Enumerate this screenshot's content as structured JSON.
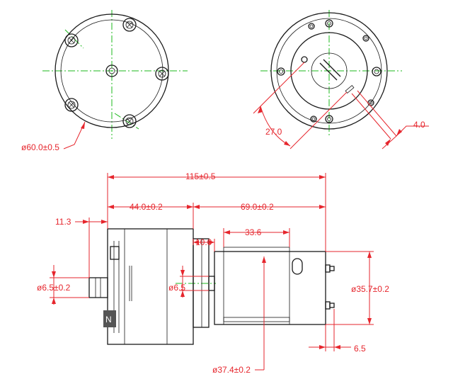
{
  "colors": {
    "outline": "#1a1a1a",
    "dimension": "#e6262d",
    "centerline": "#1db81d"
  },
  "dimensions": {
    "front_diameter": "ø60.0±0.5",
    "angle_offset": "27.0",
    "slot_width": "4.0",
    "overall_length": "115±0.5",
    "gearbox_length": "44.0±0.2",
    "motor_length": "69.0±0.2",
    "nozzle_length": "11.3",
    "shaft_length": "10.0",
    "motor_offset": "33.6",
    "nozzle_diameter": "ø6.5±0.2",
    "shaft_diameter": "ø6.5",
    "motor_diameter": "ø35.7±0.2",
    "terminal_offset": "6.5",
    "body_diameter": "ø37.4±0.2"
  },
  "label_mark": "N"
}
